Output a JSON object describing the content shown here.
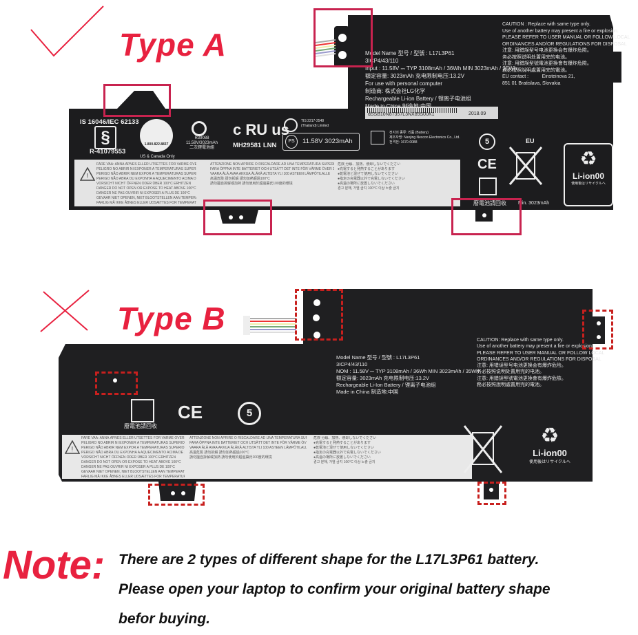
{
  "type_a": {
    "title": "Type A",
    "verdict_icon": "checkmark-icon",
    "caution": [
      "CAUTION : Replace with same type only.",
      "Use of another battery may present a fire or explosion.",
      "PLEASE REFER TO USER MANUAL OR FOLLOW LOCAL",
      "ORDINANCES AND/OR REGULATIONS FOR DISPOSAL",
      "注意: 用錯誤型号电池更換会有爆炸危險。",
      "务必按照说明处置用完的电池。",
      "注意: 用錯誤型號電池更換會有爆炸危險。",
      "務必按照說明處置用完的電池。"
    ],
    "eu_contact": "EU contact :",
    "eu_address": [
      "Einsteinova 21,",
      "851 01 Bratislava, Slovakia"
    ],
    "model_lines": [
      "Model Name 型号 / 型號 : L17L3P61",
      "3ICP4/43/110",
      "Input : 11.58V ⎓ TYP 3108mAh / 36Wh   MIN 3023mAh / 35Wh",
      "額定容量: 3023mAh   充电限制电压:13.2V",
      "For use with          personal computer",
      "制造商: 株式会社LG化学",
      "Rechargeable Li-ion Battery / 锂离子电池组",
      "Made in China   制造地:中国"
    ],
    "barcode_text": "dSSB10N87357L3NX89S00K1",
    "barcode_date": "2018.09",
    "standard": "IS 16046/IEC 62133",
    "r_number": "R-41079553",
    "rbrc_text": "1.800.822.8837",
    "rbrc_note": "US & Canada Only",
    "bsmi": [
      "R39088",
      "11.58V/3023mAh",
      "二次鋰電池組"
    ],
    "ul_mark": "c RU us",
    "ul_code": "MH29581 LNN",
    "tis": [
      "TIS 2217-2548",
      "(Thailand) Limited"
    ],
    "pse": "11.58V  3023mAh",
    "korea": [
      "전지의 종류: 리튬 (Battery)",
      "제조자명: Nanjing Nexcon Electronics Co., Ltd.",
      "전격전: 1670-0088"
    ],
    "eu_label": "EU",
    "ce_label": "CE",
    "liion": "Li-ion00",
    "liion_sub": "使用後はリサイクルへ",
    "recycle_label": "廢電池請回收",
    "min_cap": "Min. 3023mAh"
  },
  "type_b": {
    "title": "Type B",
    "verdict_icon": "x-mark-icon",
    "caution": [
      "CAUTION:  Replace with same type only.",
      "Use of another battery may present a fire or explosion.",
      "PLEASE REFER TO USER MANUAL OR FOLLOW LOCAL",
      "ORDINANCES AND/OR REGULATIONS FOR DISPOSAL",
      "注意:  用错误型号电池更换会有爆炸危险。",
      "务必按照说明处置用完的电池。",
      "注意:  用錯誤型號電池更換會有爆炸危險。",
      "務必按照說明處置用完的電池。"
    ],
    "model_lines": [
      "Model Name 型号 / 型號 : L17L3P61",
      "3ICP4/43/110",
      "NOM : 11.58V ⎓ TYP 3108mAh / 36Wh   MIN 3023mAh / 35Wh",
      "额定容量: 3023mAh    充电限制电压:13.2V",
      "Rechargeable Li-Ion Battery / 锂离子电池组",
      "Made in China   制造地:中国"
    ],
    "recycle_label": "廢電池請回收",
    "ce_label": "CE",
    "liion": "Li-ion00",
    "liion_sub": "使用後はリサイクルへ"
  },
  "warning_lines": [
    "FARE  VAA: ANNA ÅPNES ELLER UTSETTES FOR VARME OVER 100°C",
    "PELIGRO  NO ABRIR NI EXPONER A TEMPERATURAS SUPERIORES A 100°C",
    "PERIGO  NÃO ABRIR NEM EXPOR A TEMPERATURAS SUPERIORES A 100°C",
    "PERIGO  NÃO ABRA OU EXPONHA A AQUECIMENTO ACIMA DE 100°C",
    "VORSICHT  NICHT ÖFFNEN ODER ÜBER 100°C ERHITZEN",
    "DANGER  DO NOT OPEN OR EXPOSE TO HEAT ABOVE 100°C",
    "DANGER  NE PAS OUVRIR NI EXPOSER A PLUS DE 100°C",
    "GEVAAR  NIET OPENEN, NIET BLOOTSTELLEN AAN TEMPERATUREN BOVEN 100°C",
    "FARLIG  MÅ IKKE ÅBNES ELLER UDSÆTTES FOR TEMPERATURER OVER 100°C"
  ],
  "warning_lines_2": [
    "ATTENZIONE  NON APRIRE O RISCALDARE AD UNA TEMPERATURA SUPERIORE A 100°C",
    "FARA  ÖPPNA INTE BATTERIET OCH UTSÄTT DET INTE FÖR VÄRME ÖVER 100°C",
    "VAARA  ÄLÄ AVAA AKKUA ÄLÄKÄ ALTISTA YLI 100 ASTEEN LÄMPÖTILALLE",
    "高温危險 請勿拆解 請勿加熱超過100°C",
    "請勿擅自拆解或加熱 請勿使用於超過攝氏100度的環境"
  ],
  "warning_lines_3": [
    "危険  分解、加熱、焼却しないでください",
    "●充電すると発熱することがあります",
    "●乾電池と混ぜて使用しないでください",
    "●指定の充電器以外で充電しないでください",
    "●高温の場所に放置しないでください",
    "경고  분해, 가열 금지 100°C 이상 노출 금지"
  ],
  "note": {
    "label": "Note:",
    "lines": [
      "There are 2 types of different shape for the L17L3P61 battery.",
      "Please open your laptop to confirm your original battery shape",
      "befor buying."
    ]
  },
  "colors": {
    "accent_red": "#e8213f",
    "box_crimson": "#c8234f",
    "battery_black": "#1c1c1e"
  }
}
